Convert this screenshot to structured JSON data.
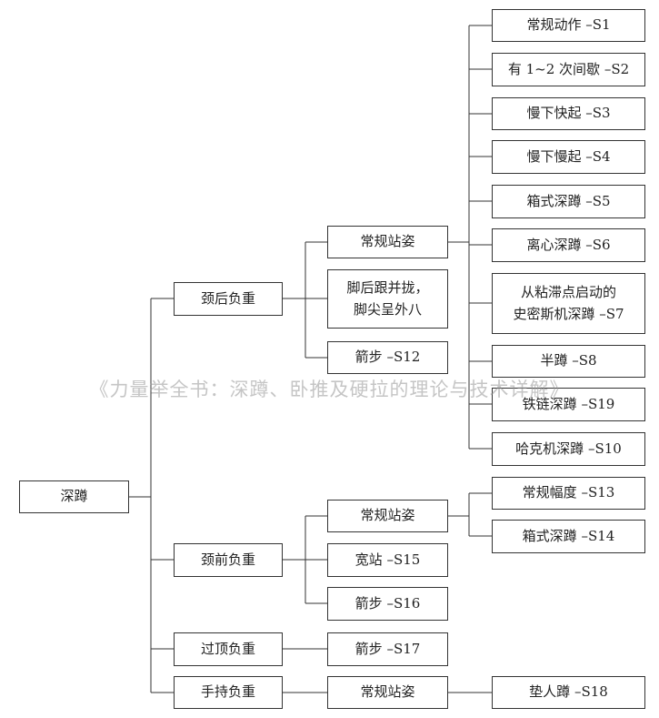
{
  "root": "深蹲",
  "groups": [
    {
      "label": "颈后负重"
    },
    {
      "label": "颈前负重"
    },
    {
      "label": "过顶负重"
    },
    {
      "label": "手持负重"
    }
  ],
  "stances": {
    "neck_back_regular": "常规站姿",
    "neck_back_feet": "脚后跟并拢，\n脚尖呈外八",
    "neck_back_split": "箭步 –S12",
    "front_regular": "常规站姿",
    "front_wide": "宽站 –S15",
    "front_split": "箭步 –S16",
    "overhead_split": "箭步 –S17",
    "hand_regular": "常规站姿"
  },
  "variants": {
    "s1": "常规动作 –S1",
    "s2": "有 1~2 次间歇 –S2",
    "s3": "慢下快起 –S3",
    "s4": "慢下慢起 –S4",
    "s5": "箱式深蹲 –S5",
    "s6": "离心深蹲 –S6",
    "s7": "从粘滞点启动的\n史密斯机深蹲 –S7",
    "s8": "半蹲 –S8",
    "s19": "铁链深蹲 –S19",
    "s10": "哈克机深蹲 –S10",
    "s13": "常规幅度 –S13",
    "s14": "箱式深蹲 –S14",
    "s18": "垫人蹲 –S18"
  },
  "watermark": "《力量举全书：深蹲、卧推及硬拉的理论与技术详解》"
}
